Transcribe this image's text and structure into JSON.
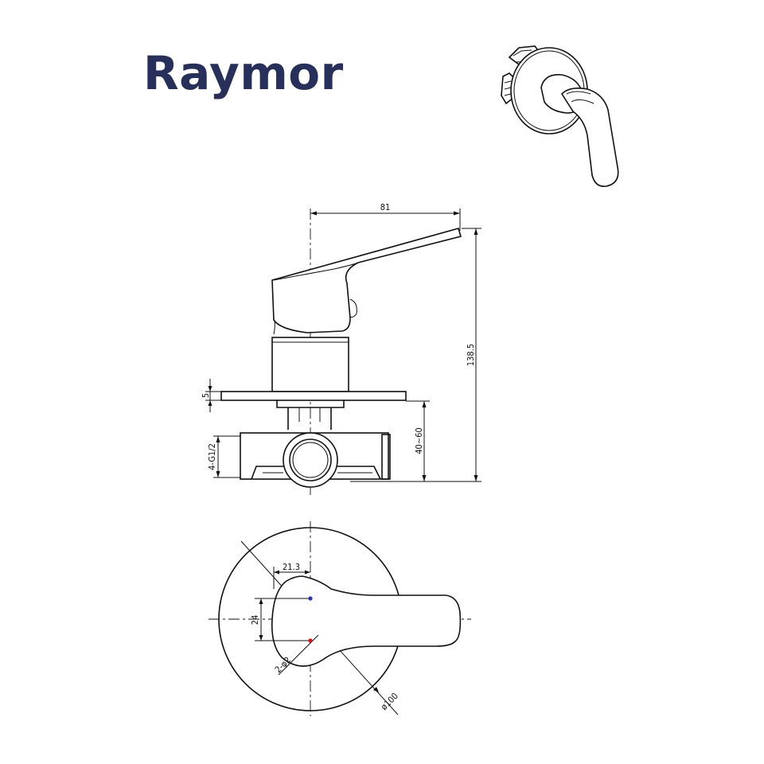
{
  "brand": {
    "name": "Raymor",
    "color": "#26305a"
  },
  "drawing": {
    "side_view": {
      "handle_reach": "81",
      "total_height": "138.5",
      "plate_thickness": "5",
      "body_depth": "40~60",
      "inlet_thread": "4-G1/2"
    },
    "front_view": {
      "offset_x": "21.3",
      "offset_y": "24",
      "indicator_holes": "2-φ2",
      "plate_diameter": "ø100"
    },
    "indicator_colors": {
      "cold": "#2233cc",
      "hot": "#dd1111"
    }
  }
}
